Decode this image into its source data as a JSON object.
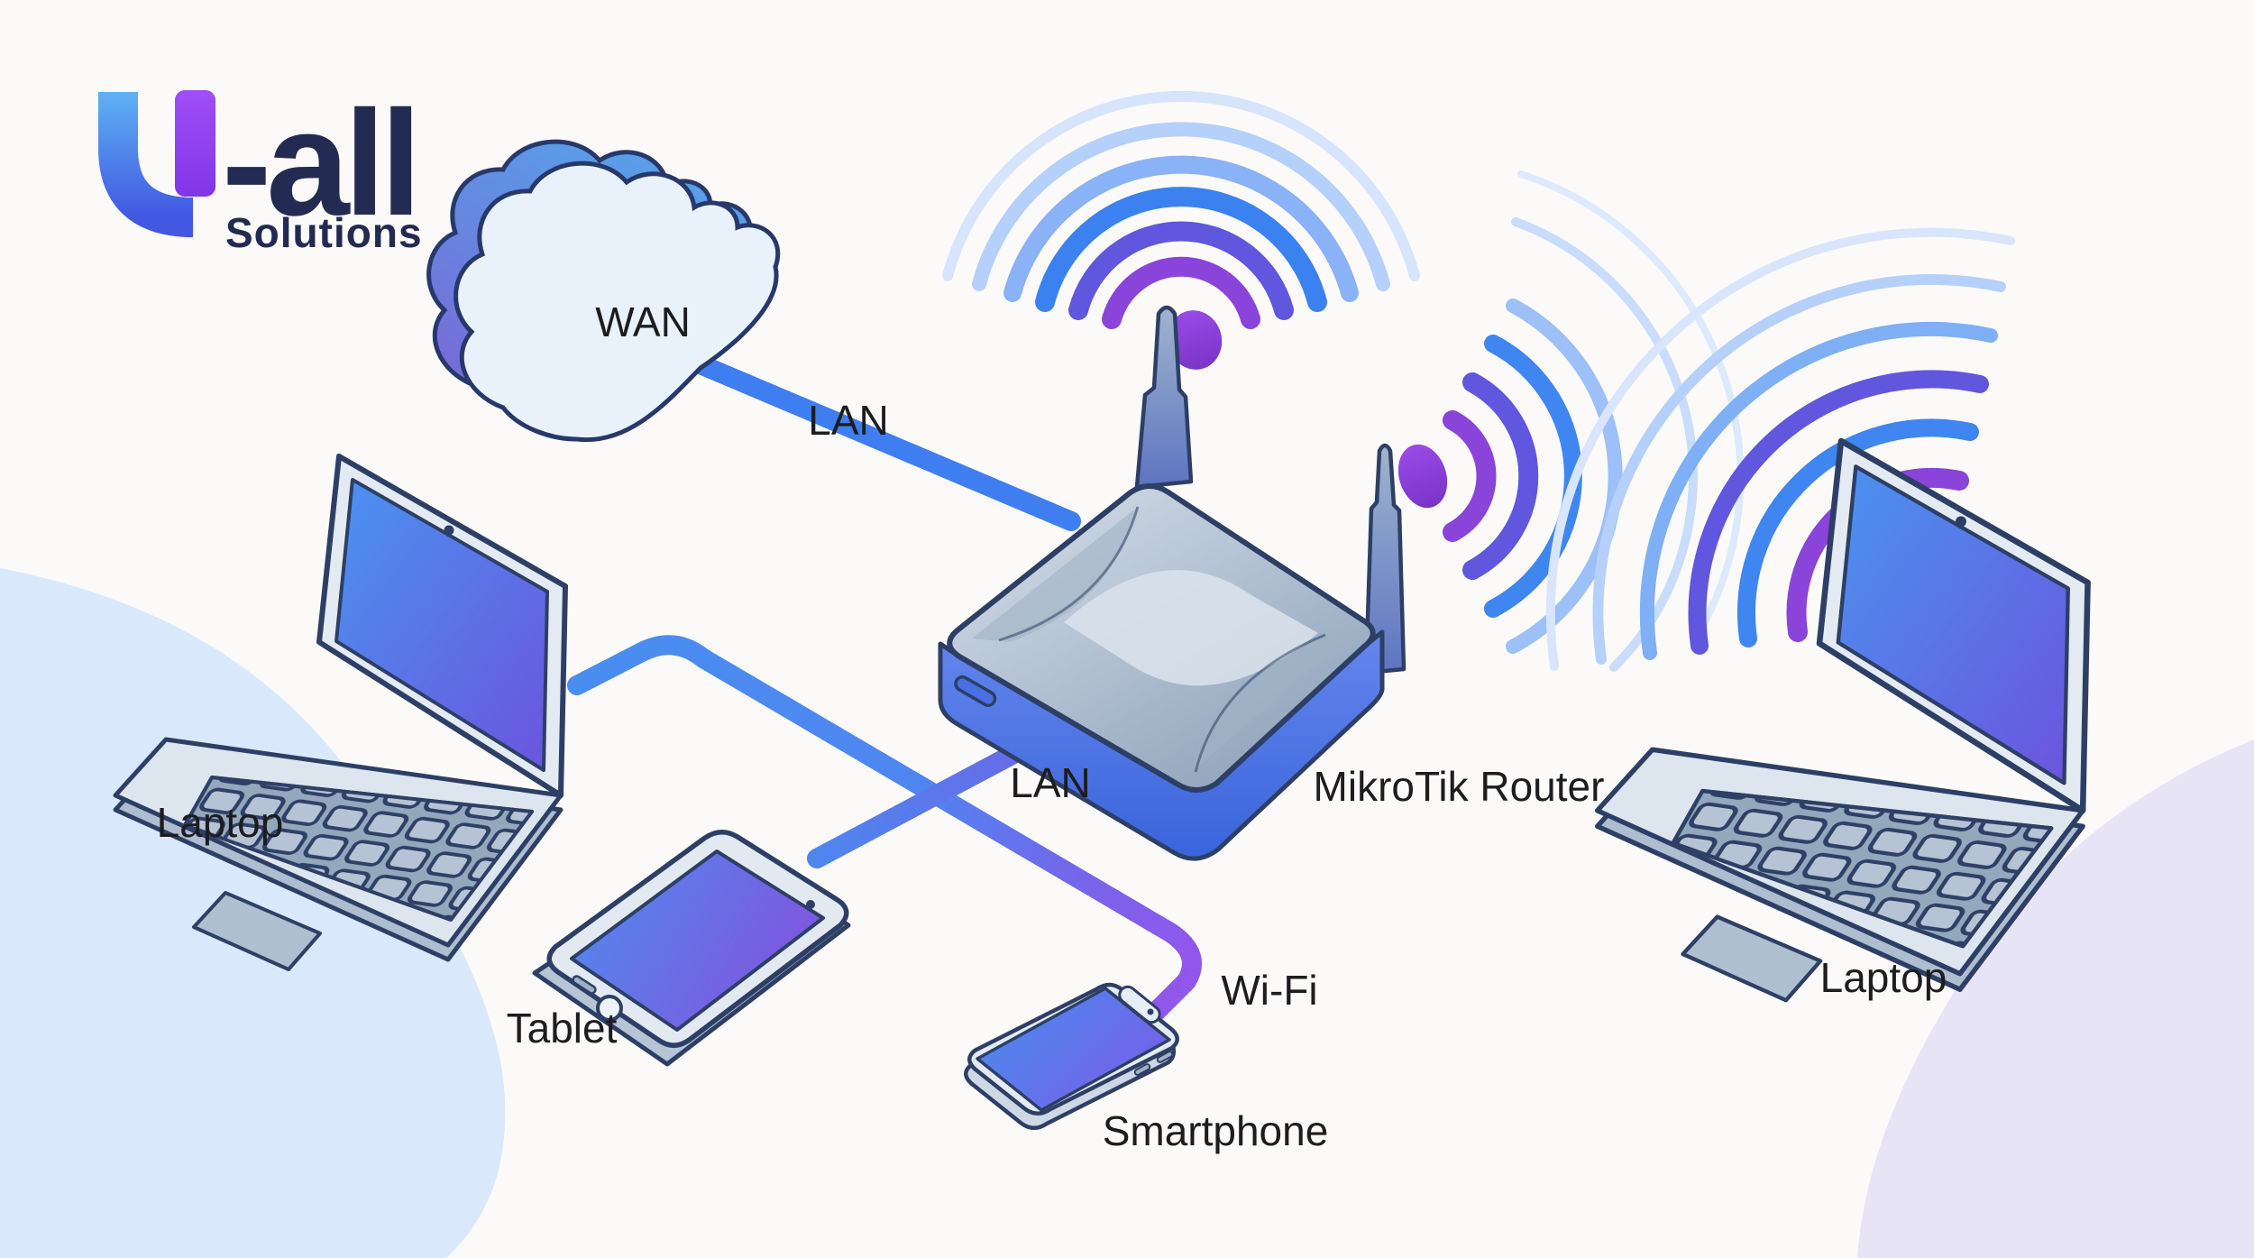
{
  "brand": {
    "wordmark": "U-all",
    "wordmark_suffix": "-all",
    "subtitle": "Solutions"
  },
  "diagram": {
    "nodes": [
      {
        "id": "wan-cloud",
        "label": "WAN"
      },
      {
        "id": "mikrotik-router",
        "label": "MikroTik Router"
      },
      {
        "id": "laptop-left",
        "label": "Laptop"
      },
      {
        "id": "tablet",
        "label": "Tablet"
      },
      {
        "id": "smartphone",
        "label": "Smartphone"
      },
      {
        "id": "laptop-right",
        "label": "Laptop"
      }
    ],
    "links": [
      {
        "id": "wan-to-router",
        "label": "LAN"
      },
      {
        "id": "tablet-to-router",
        "label": "LAN"
      },
      {
        "id": "router-to-smartphone",
        "label": "Wi-Fi"
      }
    ]
  },
  "colors": {
    "accent_blue": "#3f7ef0",
    "accent_purple": "#8a44d9",
    "outline_navy": "#2e3f66",
    "label_ink": "#1d1d1f",
    "brand_navy": "#232b52"
  }
}
